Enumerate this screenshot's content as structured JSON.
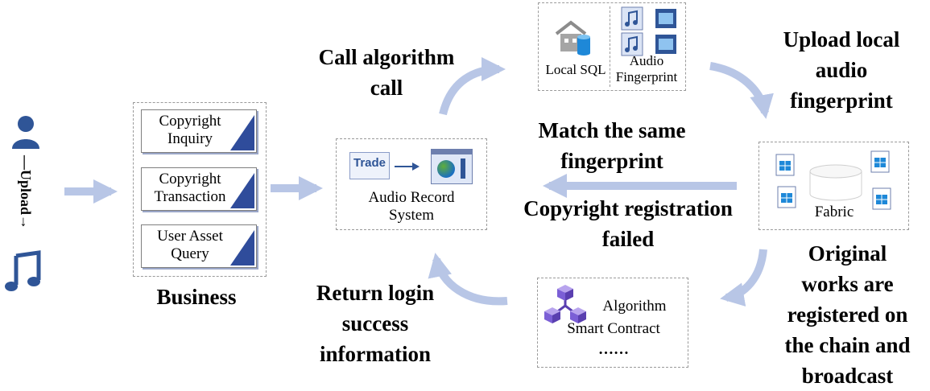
{
  "user": {
    "upload_label": "—Upload→",
    "person_icon": "person-icon",
    "music_icon": "music-note-icon"
  },
  "business": {
    "title": "Business",
    "items": [
      {
        "line1": "Copyright",
        "line2": "Inquiry"
      },
      {
        "line1": "Copyright",
        "line2": "Transaction"
      },
      {
        "line1": "User Asset",
        "line2": "Query"
      }
    ]
  },
  "audio_record": {
    "trade_label": "Trade",
    "line1": "Audio Record",
    "line2": "System"
  },
  "local_sql": {
    "label": "Local SQL"
  },
  "audio_fp": {
    "line1": "Audio",
    "line2": "Fingerprint"
  },
  "fabric": {
    "label": "Fabric"
  },
  "algorithm": {
    "line1": "Algorithm",
    "line2": "Smart Contract",
    "line3": "……"
  },
  "labels": {
    "call_algorithm_1": "Call algorithm",
    "call_algorithm_2": "call",
    "upload_fp_1": "Upload local",
    "upload_fp_2": "audio",
    "upload_fp_3": "fingerprint",
    "match_1": "Match the same",
    "match_2": "fingerprint",
    "failed_1": "Copyright registration",
    "failed_2": "failed",
    "original_1": "Original",
    "original_2": "works are",
    "original_3": "registered on",
    "original_4": "the chain and",
    "original_5": "broadcast",
    "return_1": "Return login",
    "return_2": "success",
    "return_3": "information"
  },
  "colors": {
    "arrow": "#b8c6e6",
    "accent": "#2f5597",
    "tri": "#2f4c9b"
  }
}
